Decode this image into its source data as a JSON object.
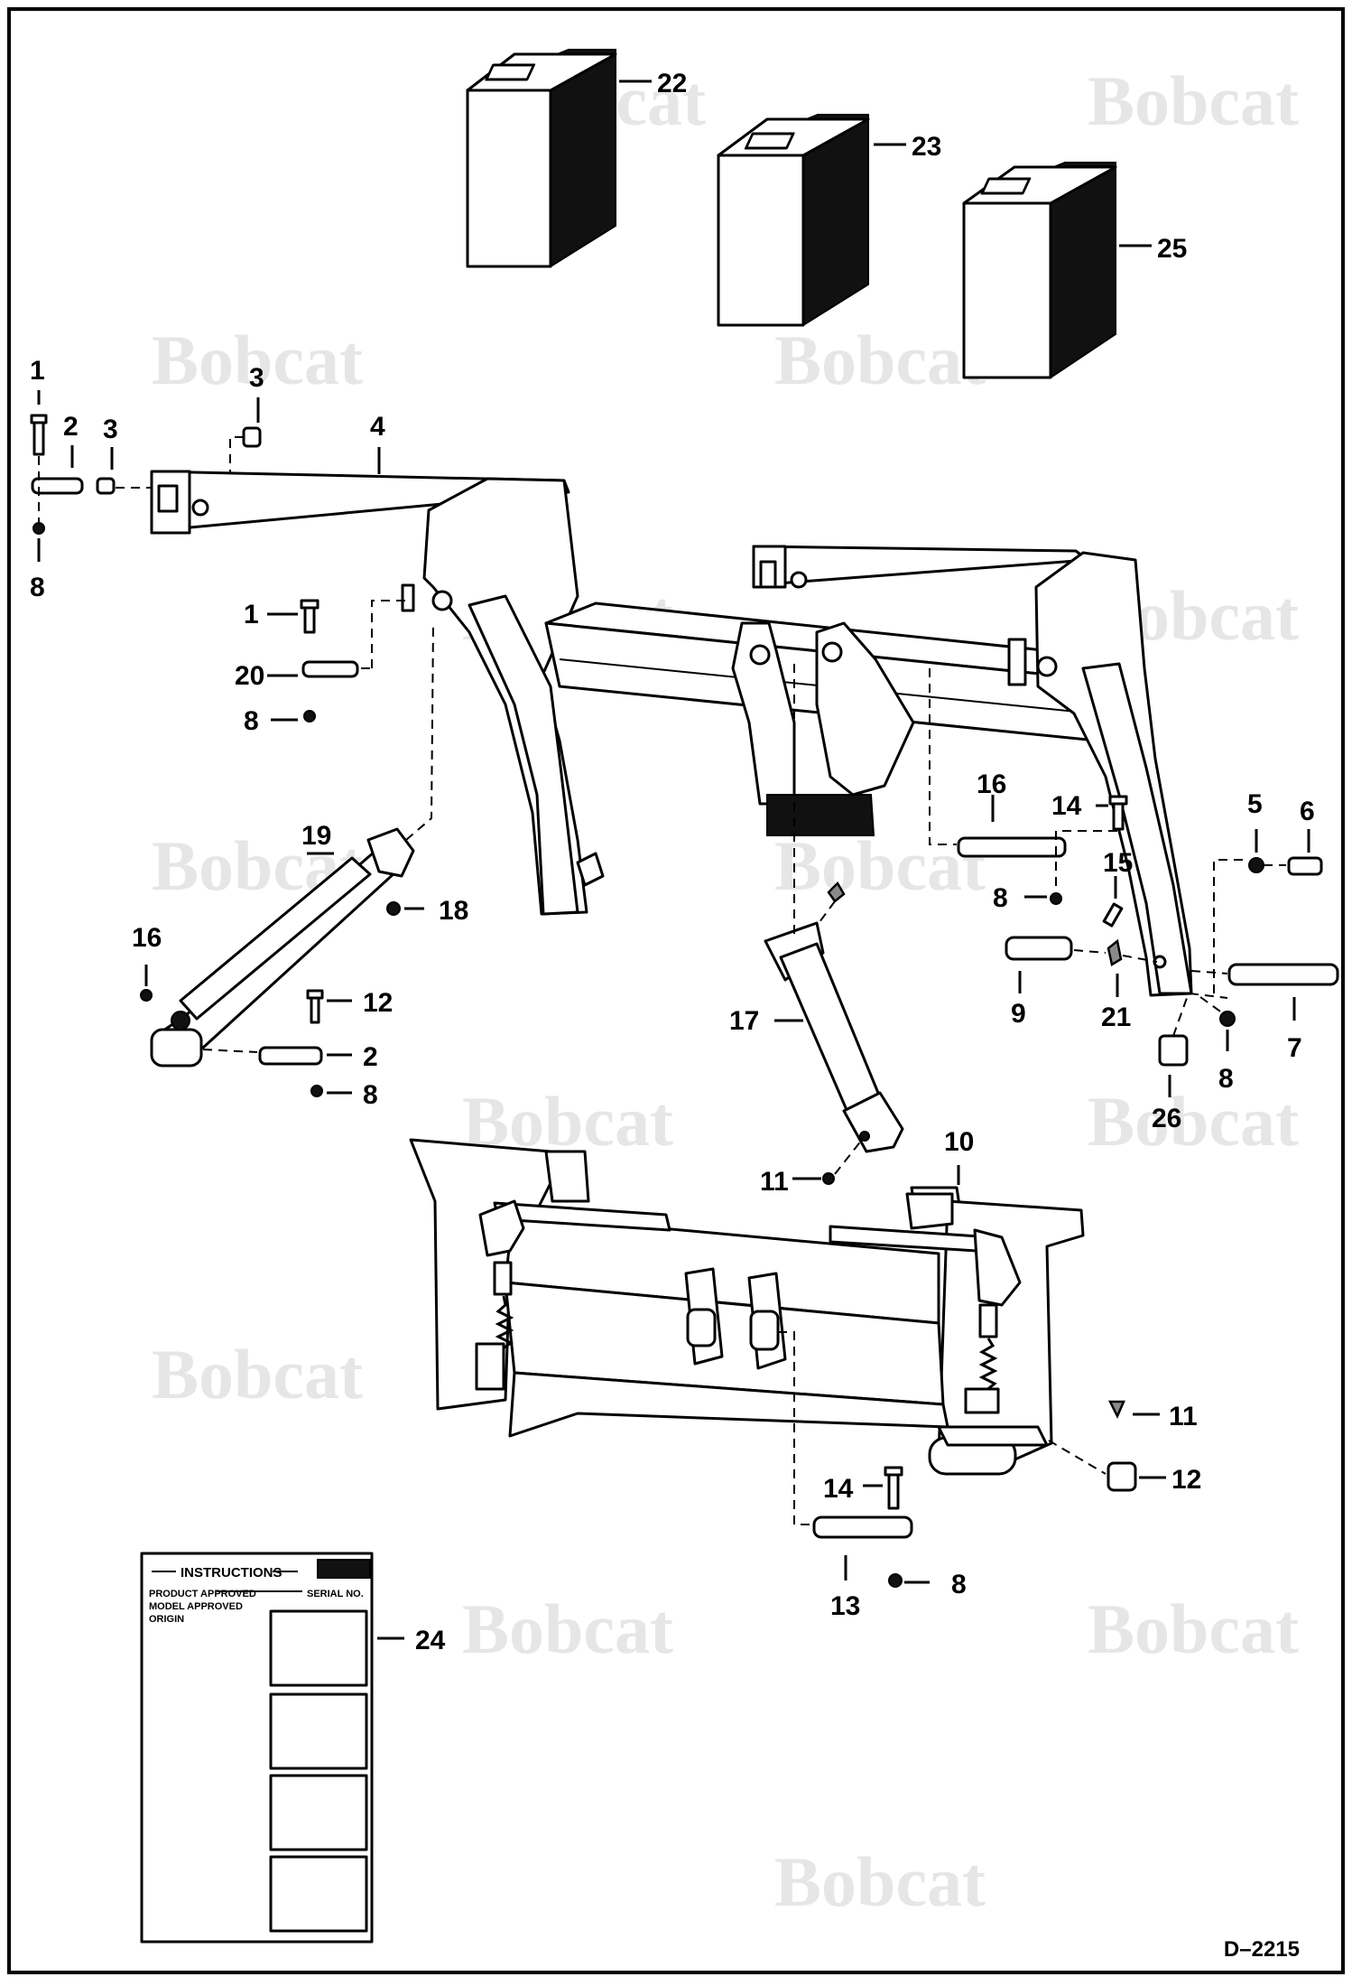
{
  "drawing_number": "D–2215",
  "watermark_text": "Bobcat",
  "instruction_card": {
    "title": "INSTRUCTIONS",
    "lines": [
      "PRODUCT APPROVED",
      "MODEL APPROVED",
      "ORIGIN"
    ],
    "serial_label": "SERIAL NO."
  },
  "callouts": {
    "c1a": "1",
    "c2a": "2",
    "c3a": "3",
    "c3b": "3",
    "c4": "4",
    "c8a": "8",
    "c1b": "1",
    "c20": "20",
    "c8b": "8",
    "c19": "19",
    "c18": "18",
    "c16a": "16",
    "c12a": "12",
    "c2b": "2",
    "c8c": "8",
    "c22": "22",
    "c23": "23",
    "c25": "25",
    "c16b": "16",
    "c14a": "14",
    "c5": "5",
    "c6": "6",
    "c15": "15",
    "c8d": "8",
    "c9": "9",
    "c21": "21",
    "c7": "7",
    "c8e": "8",
    "c26": "26",
    "c17": "17",
    "c11a": "11",
    "c10": "10",
    "c11b": "11",
    "c12b": "12",
    "c14b": "14",
    "c13": "13",
    "c8f": "8",
    "c24": "24"
  },
  "colors": {
    "ink": "#000000",
    "watermark": "#e6e6e6",
    "paper": "#ffffff"
  }
}
